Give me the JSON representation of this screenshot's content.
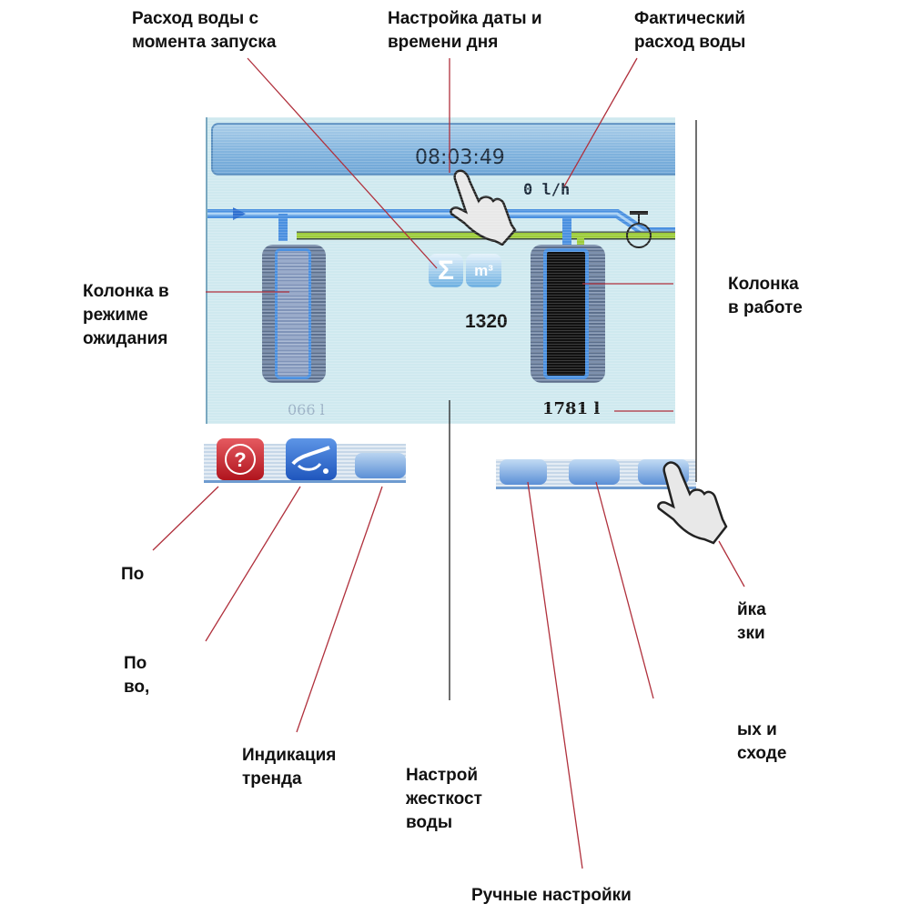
{
  "callouts": {
    "consumption_since_start": "Расход воды с\nмомента запуска",
    "date_time_setting": "Настройка даты и\nвремени дня",
    "actual_consumption": "Фактический\nрасход воды",
    "column_standby": "Колонка в\nрежиме\nожидания",
    "column_working": "Колонка\nв работе",
    "help_partial": "По",
    "water_partial": "По\nво,",
    "trend_indication": "Индикация\nтренда",
    "hardness_setting_partial": "Настрой\nжесткост\nводы",
    "manual_settings": "Ручные настройки",
    "setting_partial": "йка\nзки",
    "data_consumption_partial": "ых и\nсходе"
  },
  "screen": {
    "clock": "08:03:49",
    "flow_rate": "0 l/h",
    "total_label_sigma": "Σ",
    "total_label_unit": "m³",
    "total_value": "1320",
    "left_column_volume": "066 l",
    "right_column_volume": "1781 l"
  },
  "buttons": [
    {
      "name": "help",
      "icon": "question-icon",
      "color": "#c8202a"
    },
    {
      "name": "water-dispense",
      "icon": "nozzle-icon",
      "color": "#2e6fd0"
    },
    {
      "name": "trend",
      "icon": "trend-icon",
      "color": "#5b8fd6"
    },
    {
      "name": "manual-settings",
      "icon": "gear-icon",
      "color": "#5b8fd6"
    },
    {
      "name": "data",
      "icon": "list-icon",
      "color": "#5b8fd6"
    },
    {
      "name": "setting",
      "icon": "settings-icon",
      "color": "#5b8fd6"
    }
  ],
  "colors": {
    "leader_line": "#b0303c",
    "screen_bg": "#cfe9ef",
    "pipe_blue": "#4a90e0",
    "pipe_green": "#9ccc3a"
  }
}
